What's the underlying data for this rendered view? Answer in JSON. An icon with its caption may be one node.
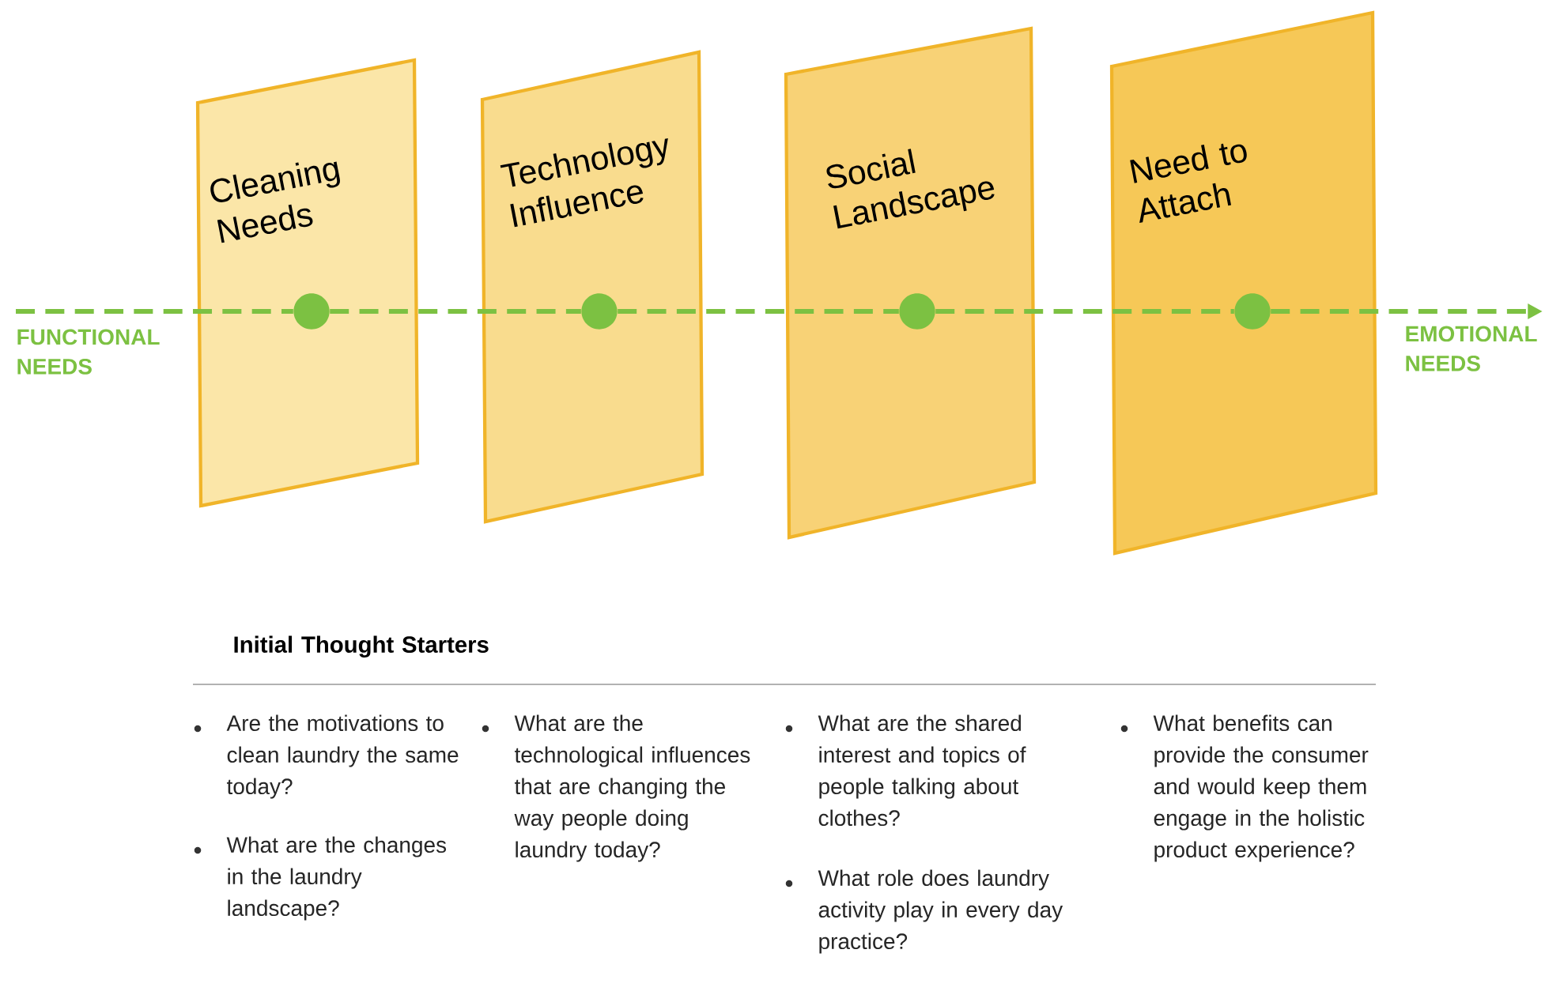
{
  "diagram": {
    "nodes": [
      {
        "text": [
          "Cleaning Needs"
        ]
      },
      {
        "text": [
          "Technology Influence"
        ]
      },
      {
        "text": [
          "Social Landscape"
        ]
      },
      {
        "text": [
          "Need to Attach"
        ]
      },
      {
        "text": [],
        "shape": "circle",
        "in": 0
      },
      {
        "text": [],
        "shape": "circle",
        "in": 1
      },
      {
        "text": [],
        "shape": "circle",
        "in": 2
      },
      {
        "text": [],
        "shape": "circle",
        "in": 3
      },
      {
        "text": [
          "FUNCTIONAL NEEDS"
        ]
      },
      {
        "text": [
          "EMOTIONAL NEEDS"
        ]
      }
    ],
    "edges": [
      {
        "from": 8,
        "to": 4,
        "arrow": "none",
        "style": "dashed"
      },
      {
        "from": 4,
        "to": 5,
        "arrow": "none",
        "style": "dashed"
      },
      {
        "from": 5,
        "to": 6,
        "arrow": "none",
        "style": "dashed"
      },
      {
        "from": 6,
        "to": 7,
        "arrow": "none",
        "style": "dashed"
      },
      {
        "from": 7,
        "to": 9,
        "arrow": "to",
        "style": "dashed"
      }
    ],
    "labels": [
      "Initial Thought Starters",
      "Are the motivations to clean laundry the same today?",
      "What are the changes in the laundry landscape?",
      "What are the technological influences that are changing the way people doing laundry today?",
      "What are the shared interest and topics of people talking about clothes?",
      "What role does laundry activity play in every day practice?",
      "What benefits can provide the consumer and would keep them engage in the holistic product experience?"
    ]
  }
}
